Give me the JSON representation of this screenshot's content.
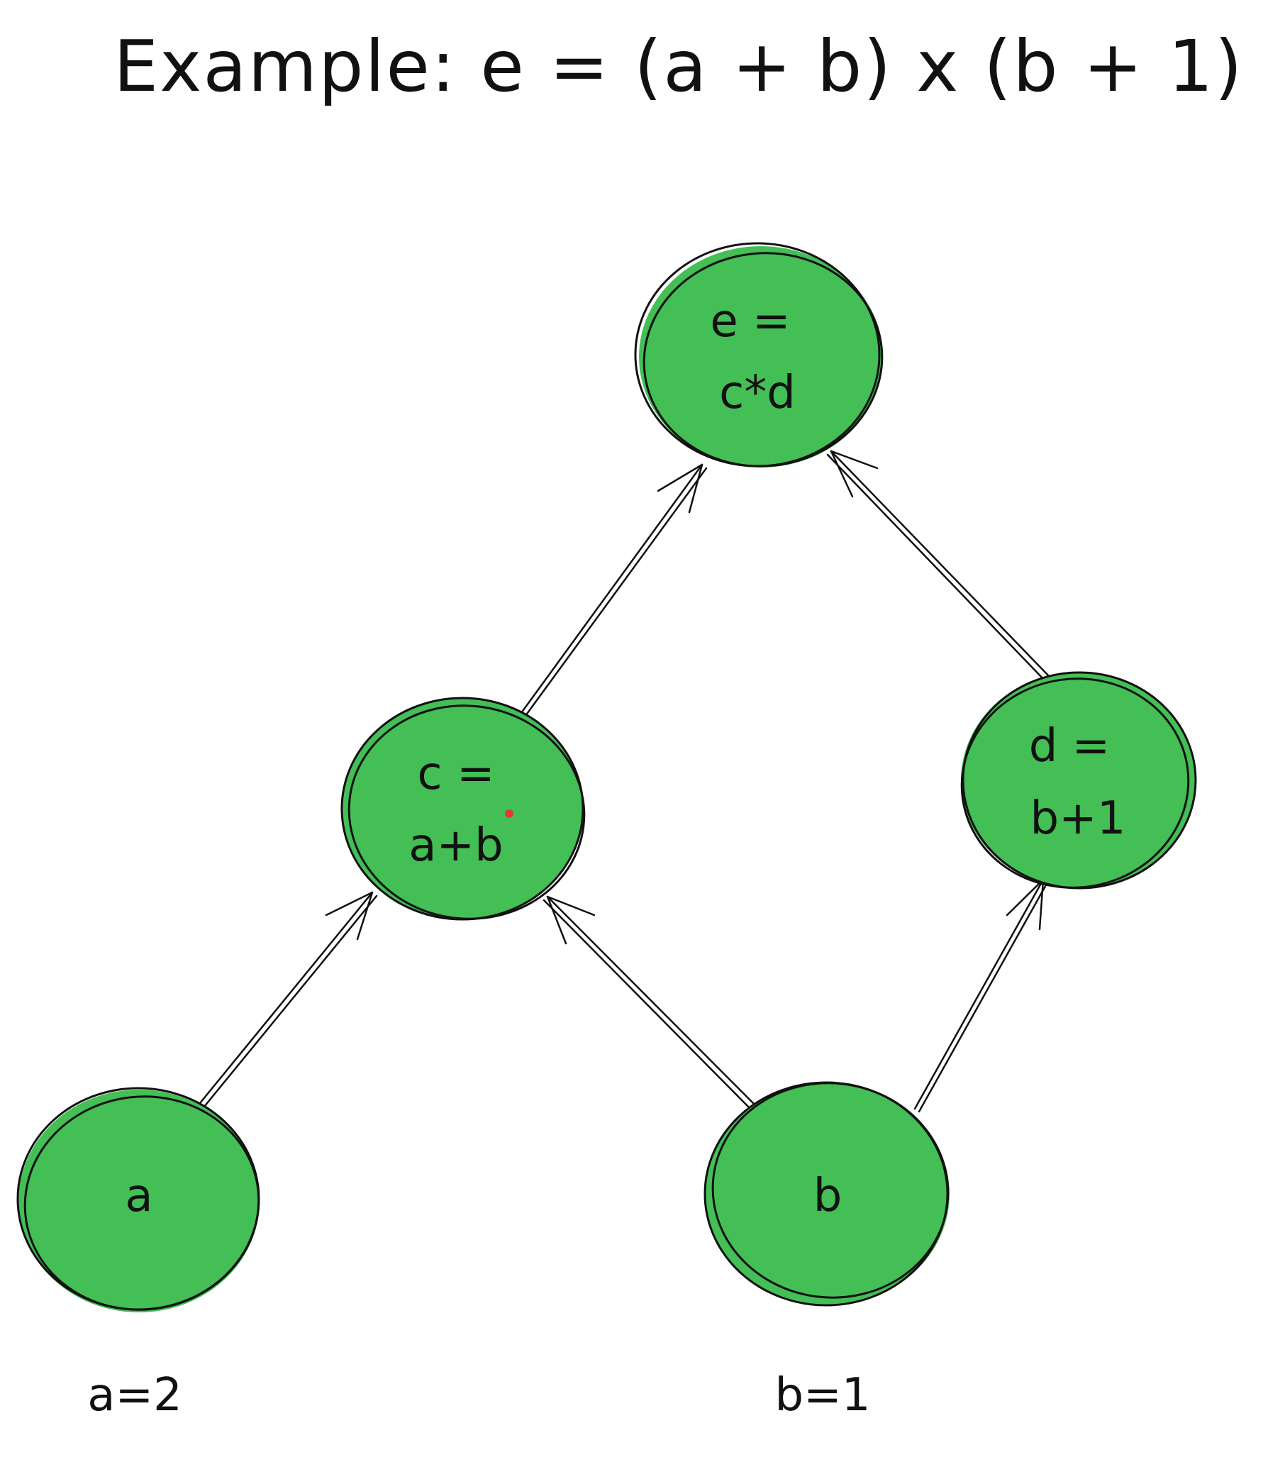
{
  "title": "Example: e = (a + b) x (b + 1)",
  "colors": {
    "node_fill": "#43bf55",
    "stroke": "#111111",
    "accent_dot": "#e53935"
  },
  "nodes": {
    "e": {
      "line1": "e =",
      "line2": "c*d"
    },
    "c": {
      "line1": "c =",
      "line2": "a+b"
    },
    "d": {
      "line1": "d =",
      "line2": "b+1"
    },
    "a": {
      "label": "a"
    },
    "b": {
      "label": "b"
    }
  },
  "values": {
    "a": "a=2",
    "b": "b=1"
  },
  "edges": [
    {
      "from": "c",
      "to": "e"
    },
    {
      "from": "d",
      "to": "e"
    },
    {
      "from": "a",
      "to": "c"
    },
    {
      "from": "b",
      "to": "c"
    },
    {
      "from": "b",
      "to": "d"
    }
  ]
}
